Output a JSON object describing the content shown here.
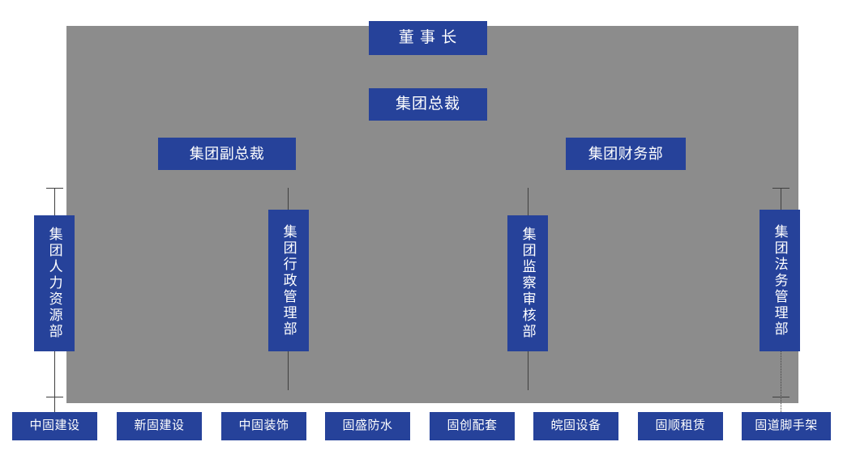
{
  "diagram": {
    "title_top": "董 事 长",
    "colors": {
      "node_fill": "#26429a",
      "node_text": "#ffffff",
      "panel_fill": "#8c8c8c",
      "connector": "#3f3f3f",
      "background": "#ffffff"
    },
    "top_nodes": [
      {
        "label": "董 事 长"
      },
      {
        "label": "集团总裁"
      }
    ],
    "second_row": [
      {
        "label": "集团副总裁"
      },
      {
        "label": "集团财务部"
      }
    ],
    "departments": [
      {
        "label": "集团人力资源部"
      },
      {
        "label": "集团行政管理部"
      },
      {
        "label": "集团监察审核部"
      },
      {
        "label": "集团法务管理部"
      }
    ],
    "subsidiaries": [
      {
        "label": "中固建设"
      },
      {
        "label": "新固建设"
      },
      {
        "label": "中固装饰"
      },
      {
        "label": "固盛防水"
      },
      {
        "label": "固创配套"
      },
      {
        "label": "皖固设备"
      },
      {
        "label": "固顺租赁"
      },
      {
        "label": "固道脚手架"
      }
    ]
  }
}
